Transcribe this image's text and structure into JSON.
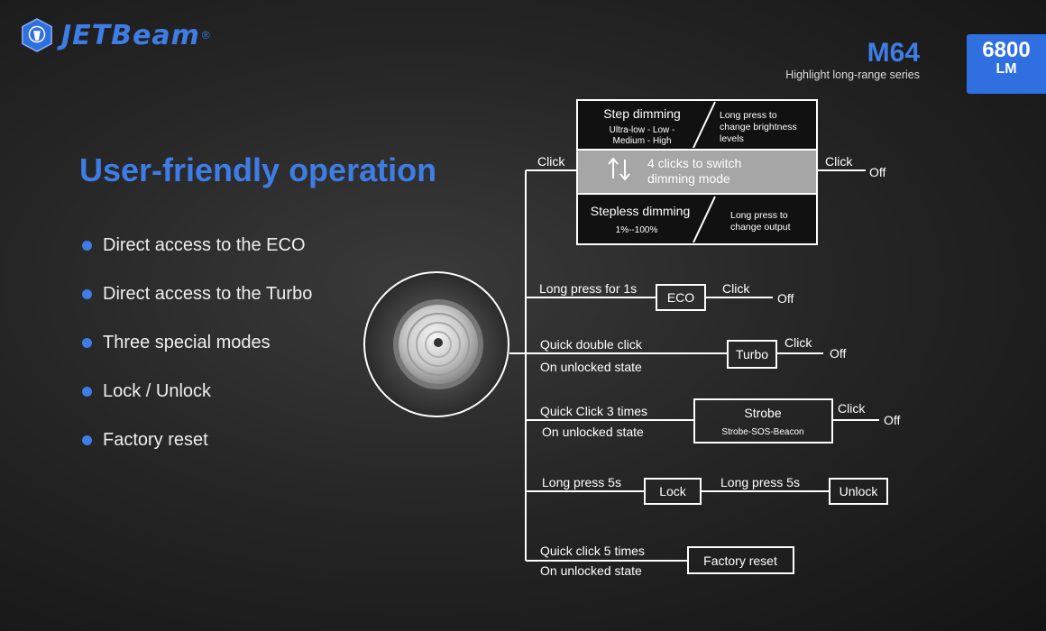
{
  "brand": {
    "logo_text": "JETBeam",
    "reg_mark": "®"
  },
  "product": {
    "model": "M64",
    "series": "Highlight long-range series",
    "lumens_value": "6800",
    "lumens_unit": "LM"
  },
  "headline": "User-friendly operation",
  "features": [
    "Direct access to the ECO",
    "Direct access to the Turbo",
    "Three special modes",
    "Lock / Unlock",
    "Factory reset"
  ],
  "colors": {
    "accent": "#3f7de6",
    "lumen_badge": "#2f6fe0",
    "mode_band": "#a6a6a6"
  },
  "diagram": {
    "top_block": {
      "click_in": "Click",
      "step_title": "Step dimming",
      "step_levels_1": "Ultra-low - Low -",
      "step_levels_2": "Medium - High",
      "step_note_1": "Long press to",
      "step_note_2": "change brightness",
      "step_note_3": "levels",
      "switch_icon": "up-down-arrows-icon",
      "switch_1": "4 clicks to switch",
      "switch_2": "dimming mode",
      "stepless_title": "Stepless dimming",
      "stepless_range": "1%--100%",
      "stepless_note_1": "Long press to",
      "stepless_note_2": "change output",
      "click_out": "Click",
      "off": "Off"
    },
    "eco": {
      "action": "Long press for 1s",
      "box": "ECO",
      "click": "Click",
      "off": "Off"
    },
    "turbo": {
      "action": "Quick double click",
      "state": "On unlocked state",
      "box": "Turbo",
      "click": "Click",
      "off": "Off"
    },
    "strobe": {
      "action": "Quick Click 3 times",
      "state": "On unlocked state",
      "box": "Strobe",
      "sub": "Strobe-SOS-Beacon",
      "click": "Click",
      "off": "Off"
    },
    "lock": {
      "action": "Long press 5s",
      "box": "Lock",
      "action2": "Long press 5s",
      "box2": "Unlock"
    },
    "reset": {
      "action": "Quick click 5 times",
      "state": "On unlocked state",
      "box": "Factory reset"
    }
  }
}
